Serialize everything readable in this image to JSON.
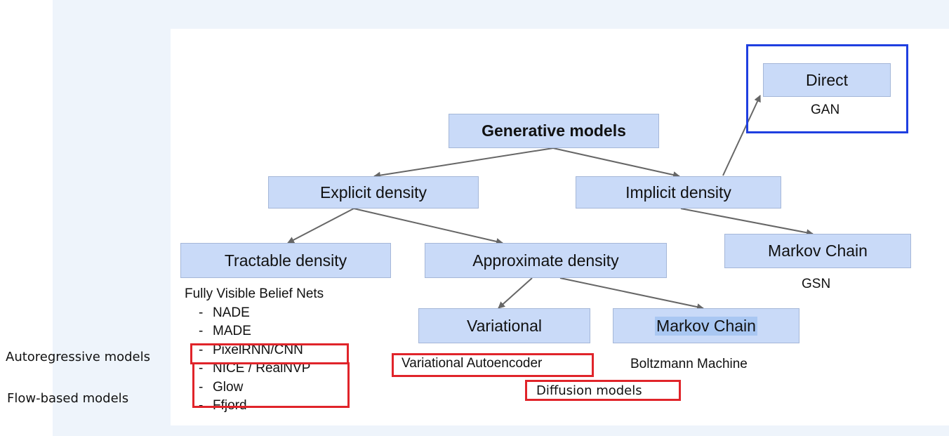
{
  "nodes": {
    "root": "Generative models",
    "explicit": "Explicit density",
    "implicit": "Implicit density",
    "tractable": "Tractable density",
    "approximate": "Approximate density",
    "variational": "Variational",
    "markov_explicit": "Markov Chain",
    "markov_implicit": "Markov Chain",
    "direct": "Direct"
  },
  "labels": {
    "gan": "GAN",
    "gsn": "GSN",
    "vae": "Variational Autoencoder",
    "boltzmann": "Boltzmann Machine",
    "diffusion": "Diffusion models",
    "fvbn": "Fully Visible Belief Nets"
  },
  "fvbn_items": [
    {
      "dash": "-",
      "text": "NADE"
    },
    {
      "dash": "-",
      "text": "MADE"
    },
    {
      "dash": "-",
      "text": "PixelRNN/CNN"
    },
    {
      "dash": "-",
      "text": "NICE / RealNVP"
    },
    {
      "dash": "-",
      "text": "Glow"
    },
    {
      "dash": "-",
      "text": "Ffjord"
    }
  ],
  "side_labels": {
    "autoregressive": "Autoregressive models",
    "flow": "Flow-based models"
  },
  "colors": {
    "node_fill": "#c9daf8",
    "highlight_red": "#e0242a",
    "highlight_blue": "#1f3fe0",
    "edge": "#666666"
  }
}
